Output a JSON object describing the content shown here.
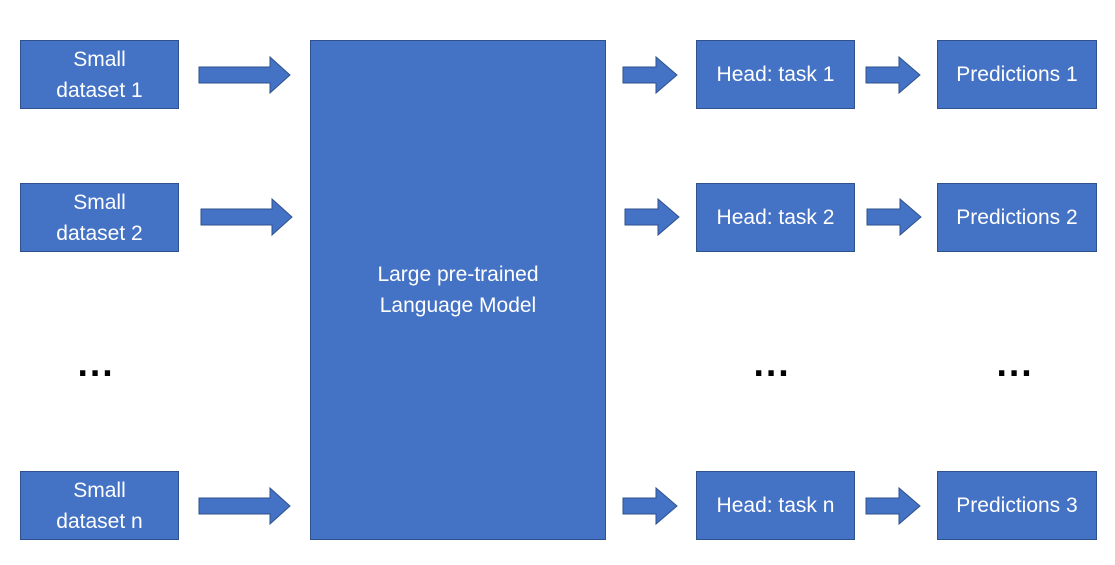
{
  "inputs": [
    {
      "label": "Small\ndataset 1"
    },
    {
      "label": "Small\ndataset 2"
    },
    {
      "label": "Small\ndataset n"
    }
  ],
  "model": {
    "label": "Large pre-trained\nLanguage Model"
  },
  "heads": [
    {
      "label": "Head: task 1"
    },
    {
      "label": "Head: task 2"
    },
    {
      "label": "Head: task n"
    }
  ],
  "predictions": [
    {
      "label": "Predictions 1"
    },
    {
      "label": "Predictions 2"
    },
    {
      "label": "Predictions 3"
    }
  ],
  "ellipsis": "...",
  "colors": {
    "box_fill": "#4472c4",
    "box_border": "#2f528f",
    "text": "#ffffff"
  }
}
